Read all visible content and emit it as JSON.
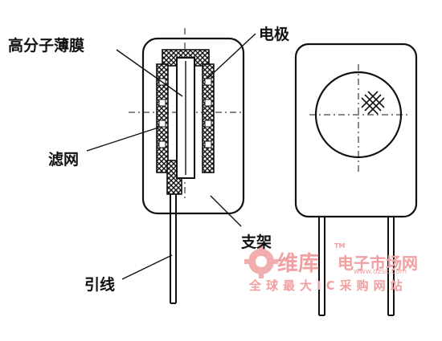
{
  "labels": {
    "membrane": "高分子薄膜",
    "electrode": "电极",
    "filter_mesh": "滤网",
    "support": "支架",
    "lead_wire": "引线"
  },
  "watermark": {
    "brand": "维库",
    "site": "电子市场网",
    "tm": "TM",
    "url": "www.dzsc.com",
    "slogan": "全球最大IC采购网站",
    "color": "#f0a0a0"
  },
  "colors": {
    "ink": "#111111",
    "background": "#ffffff"
  }
}
